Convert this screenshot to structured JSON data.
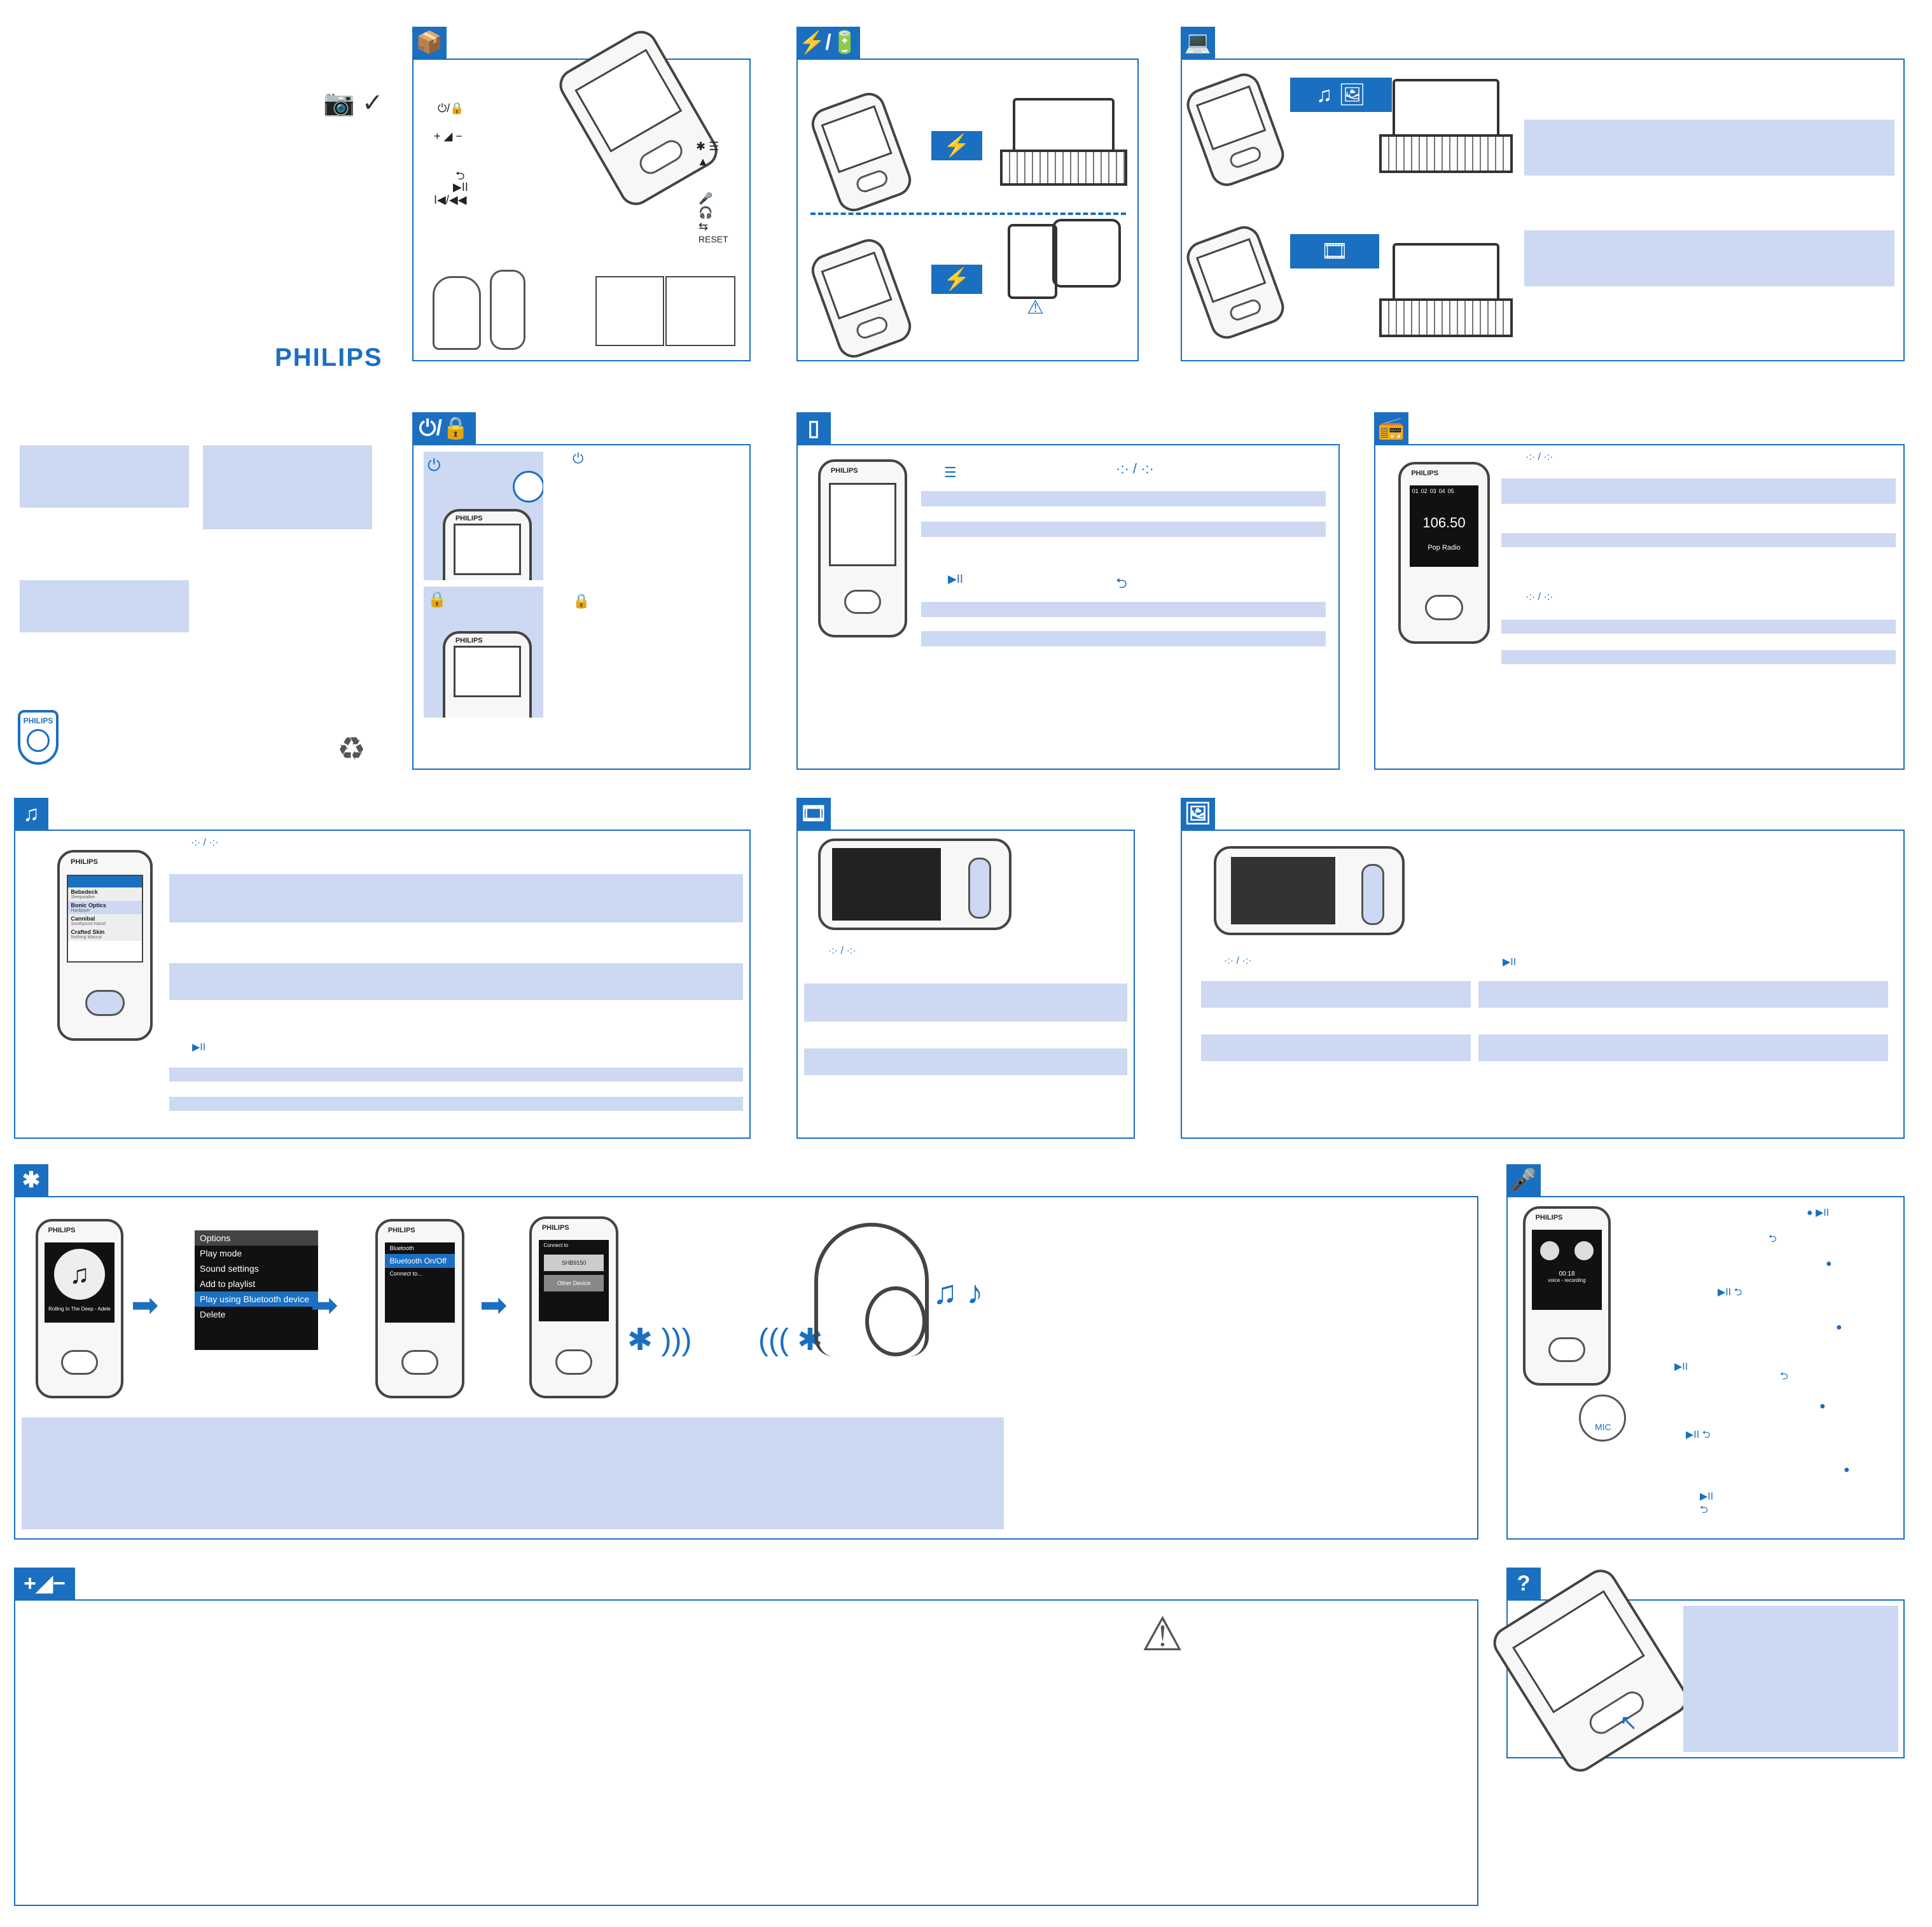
{
  "brand": {
    "logo": "PHILIPS",
    "emblem_text": "PHILIPS"
  },
  "box_contents_icon": "📷 ✓",
  "overview_labels": {
    "power_lock": "⏻/🔒",
    "volume": "+ ◢ −",
    "back": "⮌",
    "play_pause": "▶II",
    "prev_rewind": "I◀/◀◀",
    "bluetooth_menu": "✱ ☰",
    "up": "▲",
    "mic": "🎤",
    "headphone": "🎧",
    "usb": "⇆",
    "reset": "RESET"
  },
  "section_icons": {
    "box": "📦",
    "charge": "⚡/🔋",
    "pc": "💻",
    "power": "⏻/🔒",
    "device": "▯",
    "radio": "📻",
    "music": "♫",
    "video": "🎞",
    "picture": "🖼",
    "bluetooth": "✱",
    "mic": "🎤",
    "volume": "+◢−",
    "help": "?"
  },
  "power_panel": {
    "power_symbol": "⏻",
    "lock_symbol": "🔒"
  },
  "home_panel": {
    "menu_symbol": "☰",
    "nav_symbol": "·:· / ·:·",
    "play_symbol": "▶II",
    "back_symbol": "⮌"
  },
  "radio_panel": {
    "nav_symbol": "·:· / ·:·",
    "frequency": "106.50",
    "station": "Pop Radio",
    "presets": [
      "01",
      "02",
      "03",
      "04",
      "05"
    ]
  },
  "music_panel": {
    "nav_symbol": "·:· / ·:·",
    "play_symbol": "▶II",
    "tracks": [
      {
        "title": "Bebedeck",
        "artist": "Sleepwalker"
      },
      {
        "title": "Bonic Optics",
        "artist": "Hardpiper"
      },
      {
        "title": "Cannibal",
        "artist": "Southpond Island"
      },
      {
        "title": "Crafted Skin",
        "artist": "Nothing Mascot"
      }
    ]
  },
  "video_panel": {
    "nav_symbol": "·:· / ·:·"
  },
  "picture_panel": {
    "nav_symbol": "·:· / ·:·",
    "play_symbol": "▶II"
  },
  "bluetooth_panel": {
    "now_playing": "Rolling In The Deep - Adele",
    "options_header": "Options",
    "options": [
      "Play mode",
      "Sound settings",
      "Add to playlist",
      "Play using Bluetooth device",
      "Delete"
    ],
    "bt_menu_header": "Bluetooth",
    "bt_onoff": "Bluetooth On/Off",
    "bt_connect": "Connect to...",
    "device_list_header": "Connect to",
    "devices": [
      "SHB9150",
      "Other Device"
    ],
    "menu_symbol": "✱ ☰"
  },
  "record_panel": {
    "time": "00:18",
    "status": "voice - recording",
    "mic_label": "MIC"
  },
  "volume_panel": {
    "hearing_warning_icon": "⚠"
  },
  "colors": {
    "accent": "#1b6fc0",
    "text_block": "#cdd9f2"
  }
}
